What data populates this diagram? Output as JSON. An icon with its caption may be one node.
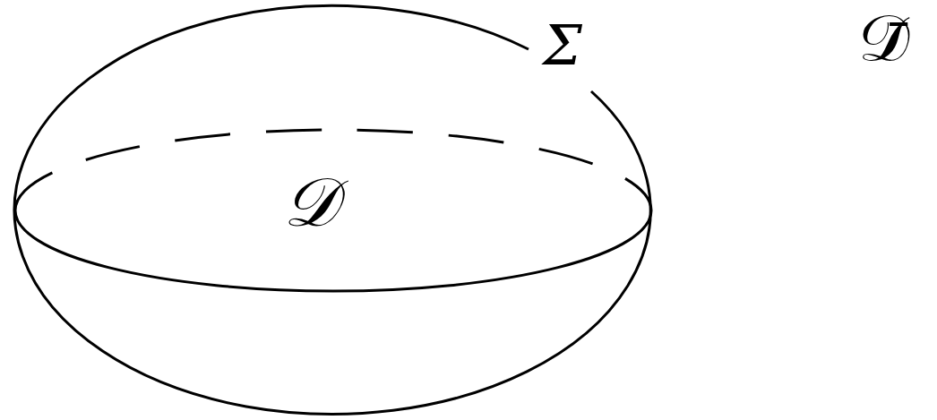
{
  "diagram": {
    "labels": [
      "Σ",
      "𝒟̄",
      "𝒟"
    ]
  }
}
